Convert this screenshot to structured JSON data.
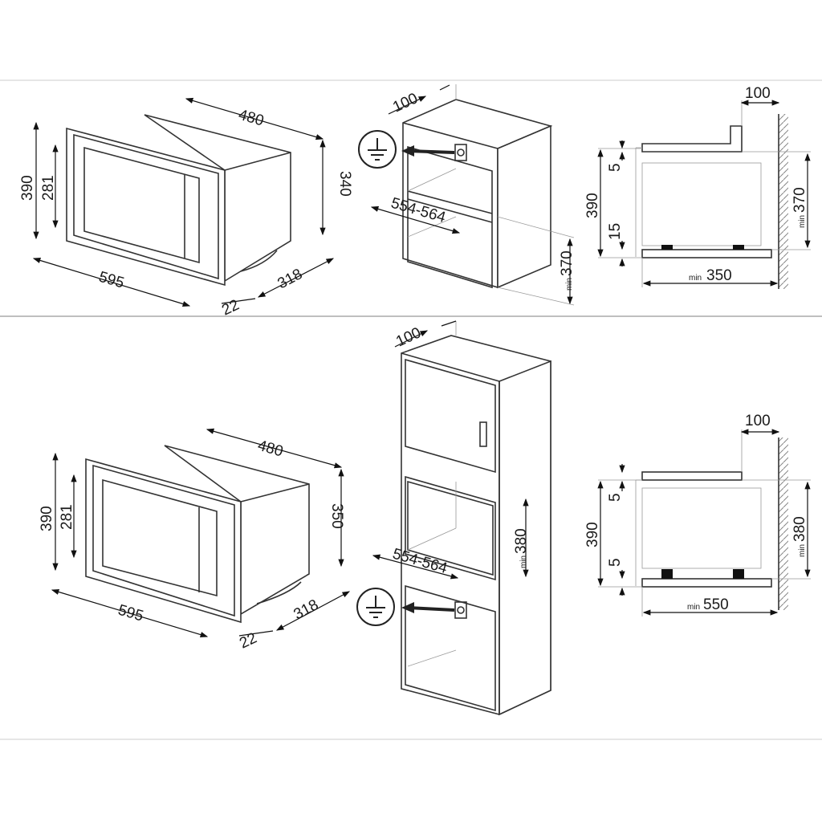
{
  "top": {
    "oven": {
      "depth": "480",
      "height": "390",
      "window_height": "281",
      "body_height": "340",
      "width": "595",
      "body_depth": "318",
      "front_thickness": "22"
    },
    "cabinet": {
      "rear_gap": "100",
      "width": "554-564",
      "min_label": "min",
      "niche_height": "370",
      "ground_icon": "ground-symbol"
    },
    "side": {
      "rear_gap": "100",
      "top_gap": "5",
      "height": "390",
      "bottom_gap": "15",
      "min_label": "min",
      "niche_height": "370",
      "niche_depth": "350"
    }
  },
  "bottom": {
    "oven": {
      "depth": "480",
      "height": "390",
      "window_height": "281",
      "body_height": "350",
      "width": "595",
      "body_depth": "318",
      "front_thickness": "22"
    },
    "cabinet": {
      "rear_gap": "100",
      "width": "554-564",
      "min_label": "min",
      "niche_height": "380",
      "ground_icon": "ground-symbol"
    },
    "side": {
      "rear_gap": "100",
      "top_gap": "5",
      "height": "390",
      "bottom_gap": "5",
      "min_label": "min",
      "niche_height": "380",
      "niche_depth": "550"
    }
  },
  "colors": {
    "line": "#333333",
    "thin": "#999999",
    "foot": "#111111"
  }
}
